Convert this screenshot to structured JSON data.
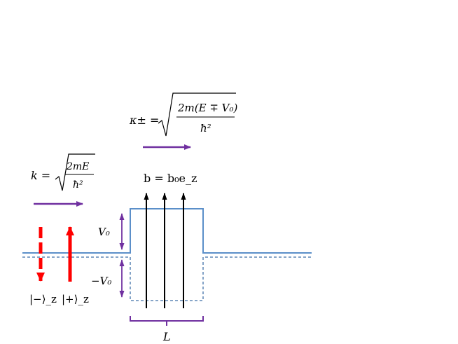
{
  "colors": {
    "potential": "#5b8fc9",
    "arrow_purple": "#7030a0",
    "spin": "#ff0000",
    "field": "#000000"
  },
  "formulas": {
    "k_label": "k =",
    "k_radicand_num": "2mE",
    "k_radicand_den": "ħ²",
    "kappa_label": "κ± =",
    "kappa_radicand_num": "2m(E ∓ V₀)",
    "kappa_radicand_den": "ħ²",
    "b_field": "b = b₀e_z"
  },
  "labels": {
    "v0": "V₀",
    "minus_v0": "−V₀",
    "length": "L",
    "spin_down": "|−⟩_z",
    "spin_up": "|+⟩_z"
  },
  "icons": {
    "spin_down": "dashed-down-arrow",
    "spin_up": "up-arrow",
    "field_lines": "up-arrow"
  }
}
